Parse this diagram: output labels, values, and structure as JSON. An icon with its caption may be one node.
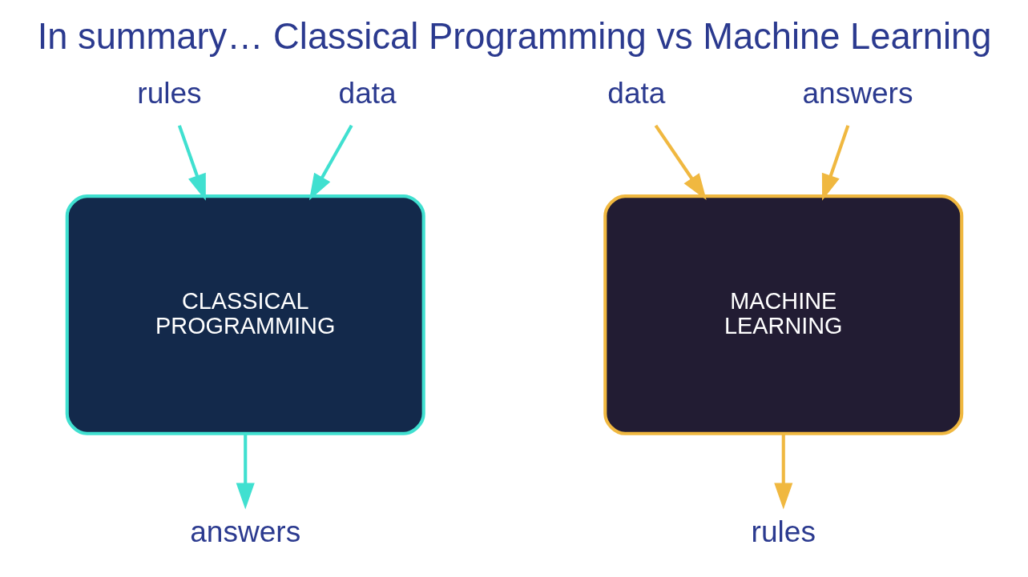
{
  "diagram": {
    "title": "In summary… Classical Programming vs Machine Learning",
    "nodes": [
      {
        "text": [
          "rules"
        ]
      },
      {
        "text": [
          "data"
        ]
      },
      {
        "text": [
          "CLASSICAL PROGRAMMING"
        ]
      },
      {
        "text": [
          "answers"
        ]
      },
      {
        "text": [
          "data"
        ]
      },
      {
        "text": [
          "answers"
        ]
      },
      {
        "text": [
          "MACHINE LEARNING"
        ]
      },
      {
        "text": [
          "rules"
        ]
      }
    ],
    "edges": [
      {
        "from": 0,
        "to": 2,
        "arrow": "to",
        "color": "#40e0d0"
      },
      {
        "from": 1,
        "to": 2,
        "arrow": "to",
        "color": "#40e0d0"
      },
      {
        "from": 2,
        "to": 3,
        "arrow": "to",
        "color": "#40e0d0"
      },
      {
        "from": 4,
        "to": 6,
        "arrow": "to",
        "color": "#f0b840"
      },
      {
        "from": 5,
        "to": 6,
        "arrow": "to",
        "color": "#f0b840"
      },
      {
        "from": 6,
        "to": 7,
        "arrow": "to",
        "color": "#f0b840"
      }
    ]
  }
}
